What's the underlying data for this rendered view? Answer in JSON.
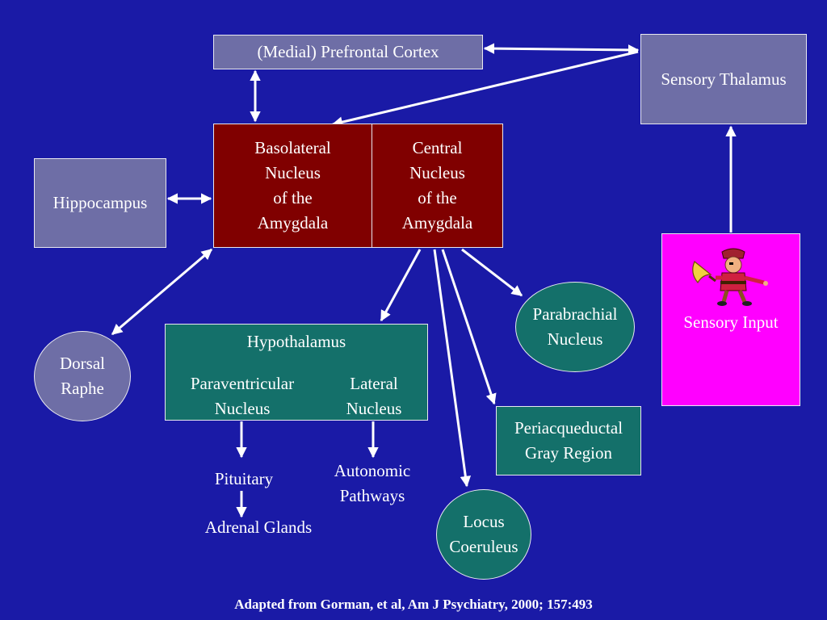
{
  "nodes": {
    "prefrontal": "(Medial) Prefrontal Cortex",
    "sensory_thalamus": "Sensory Thalamus",
    "basolateral": [
      "Basolateral",
      "Nucleus",
      "of the",
      "Amygdala"
    ],
    "central": [
      "Central",
      "Nucleus",
      "of the",
      "Amygdala"
    ],
    "hippocampus": "Hippocampus",
    "parabrachial": [
      "Parabrachial",
      "Nucleus"
    ],
    "sensory_input": "Sensory Input",
    "dorsal_raphe": [
      "Dorsal",
      "Raphe"
    ],
    "hypothalamus": {
      "title": "Hypothalamus",
      "paraventricular": [
        "Paraventricular",
        "Nucleus"
      ],
      "lateral": [
        "Lateral",
        "Nucleus"
      ]
    },
    "periaqueductal": [
      "Periacqueductal",
      "Gray Region"
    ],
    "pituitary": "Pituitary",
    "autonomic": [
      "Autonomic",
      "Pathways"
    ],
    "adrenal": "Adrenal Glands",
    "locus": [
      "Locus",
      "Coeruleus"
    ]
  },
  "citation": "Adapted from Gorman, et al, Am J Psychiatry, 2000; 157:493",
  "colors": {
    "background": "#1a1aa6",
    "slate": "#6e6ea6",
    "maroon": "#800000",
    "teal": "#14706a",
    "magenta": "#ff00ff",
    "arrow": "#ffffff"
  },
  "icons": {
    "sensory_input_figure": "pirate-cartoon-icon"
  }
}
